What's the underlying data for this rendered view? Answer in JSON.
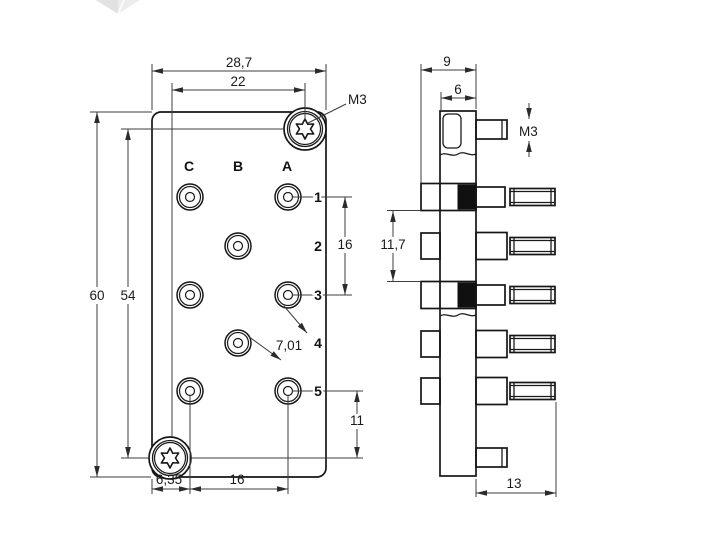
{
  "front": {
    "columns": [
      "C",
      "B",
      "A"
    ],
    "rows": [
      "1",
      "2",
      "3",
      "4",
      "5"
    ],
    "dims": {
      "overall_width": "28,7",
      "screw_spacing": "22",
      "screw_thread": "M3",
      "overall_height": "60",
      "screw_spacing_v": "54",
      "row_pitch": "16",
      "edge_distance": "7,01",
      "last_row_offset": "11",
      "first_col_offset": "6,35",
      "col_pitch": "16"
    }
  },
  "side": {
    "dims": {
      "overall_depth": "9",
      "head_depth": "6",
      "stud_thread": "M3",
      "row_gap": "11,7",
      "stud_length": "13"
    }
  }
}
